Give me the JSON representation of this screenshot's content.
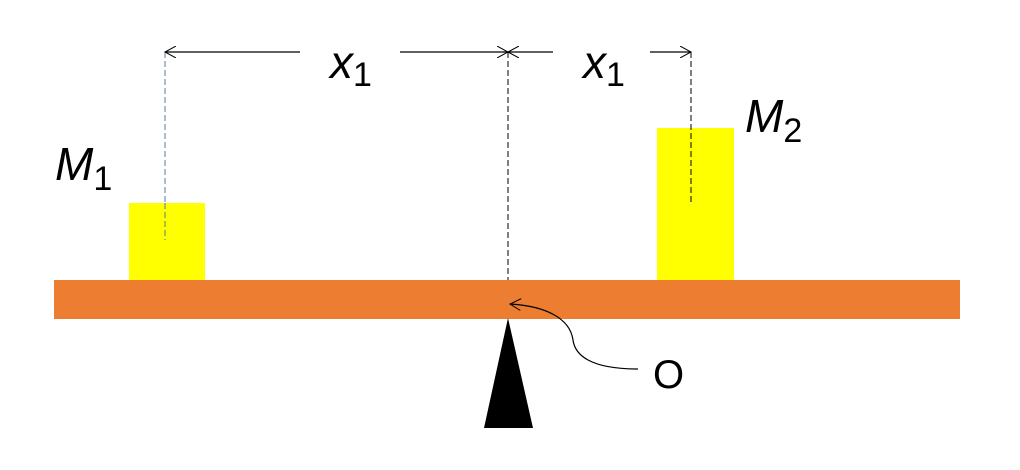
{
  "labels": {
    "distance_left": "x",
    "distance_left_sub": "1",
    "distance_right": "x",
    "distance_right_sub": "1",
    "mass_left": "M",
    "mass_left_sub": "1",
    "mass_right": "M",
    "mass_right_sub": "2",
    "pivot": "O"
  },
  "colors": {
    "beam": "#ED7D31",
    "mass": "#FFFF00",
    "fulcrum": "#000000"
  }
}
